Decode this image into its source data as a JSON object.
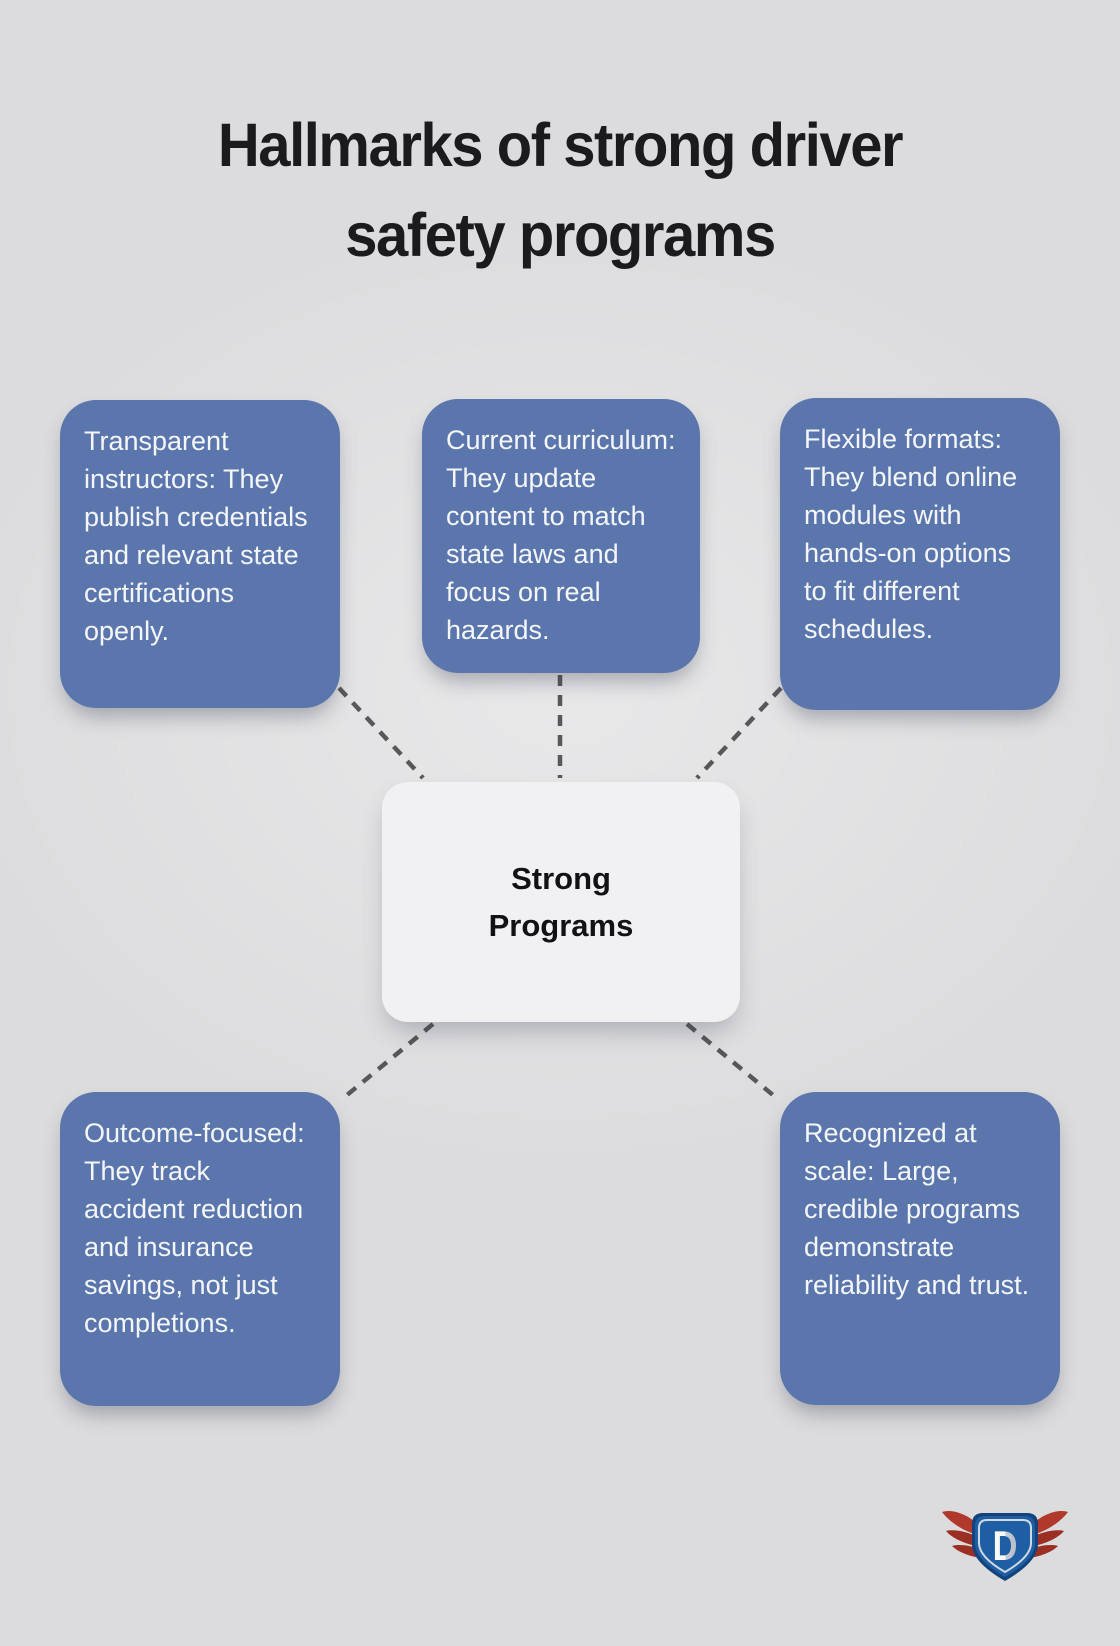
{
  "title": {
    "line1": "Hallmarks of strong driver",
    "line2": "safety programs"
  },
  "center_node": {
    "label": "Strong Programs"
  },
  "nodes": [
    {
      "id": "transparent-instructors",
      "text": "Transparent instructors: They publish credentials and relevant state certifications openly."
    },
    {
      "id": "current-curriculum",
      "text": "Current curriculum: They update content to match state laws and focus on real hazards."
    },
    {
      "id": "flexible-formats",
      "text": "Flexible formats: They blend online modules with hands-on options to fit different schedules."
    },
    {
      "id": "outcome-focused",
      "text": "Outcome-focused: They track accident reduction and insurance savings, not just completions."
    },
    {
      "id": "recognized-at-scale",
      "text": "Recognized at scale: Large, credible programs demonstrate reliability and trust."
    }
  ],
  "logo": {
    "letter": "D"
  },
  "colors": {
    "background": "#dcdcde",
    "accent_blue": "#5b76ad",
    "node_text": "#f4f6f9",
    "center_bg": "#f1f1f4",
    "title_color": "#1b1b1d",
    "dash_gray": "#58585a",
    "logo_red": "#b1392c",
    "logo_red_dark": "#9c2f24",
    "logo_blue": "#1e5ea4",
    "logo_navy": "#14437c"
  }
}
